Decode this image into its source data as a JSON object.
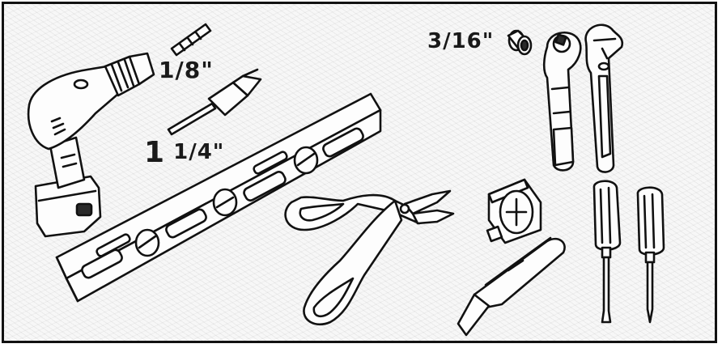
{
  "labels": {
    "drill_bit_size": "1/8\"",
    "spade_bit_size_whole": "1",
    "spade_bit_size_fraction": "1/4\"",
    "socket_size": "3/16\""
  },
  "icons": [
    "cordless-drill-icon",
    "drill-bit-icon",
    "spade-bit-icon",
    "level-icon",
    "tin-snips-icon",
    "socket-icon",
    "ratchet-wrench-icon",
    "adjustable-wrench-icon",
    "tape-measure-icon",
    "utility-knife-icon",
    "flathead-screwdriver-icon",
    "phillips-screwdriver-icon"
  ]
}
